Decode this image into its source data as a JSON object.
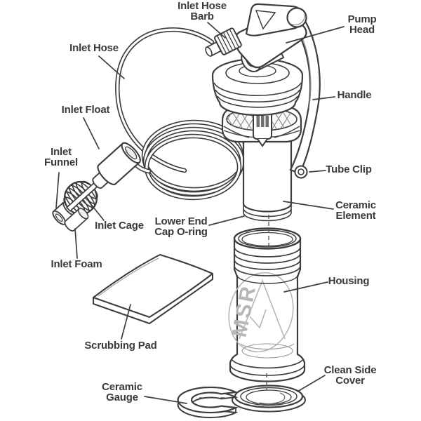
{
  "colors": {
    "line": "#3d3d3d",
    "text": "#3a3a3a",
    "background": "#ffffff",
    "emboss_gray": "#b6b6b6"
  },
  "logo_text": "MSR",
  "labels": {
    "inlet_hose_barb": {
      "line1": "Inlet Hose",
      "line2": "Barb"
    },
    "pump_head": {
      "line1": "Pump",
      "line2": "Head"
    },
    "inlet_hose": {
      "line1": "Inlet Hose"
    },
    "handle": {
      "line1": "Handle"
    },
    "inlet_float": {
      "line1": "Inlet Float"
    },
    "inlet_funnel": {
      "line1": "Inlet",
      "line2": "Funnel"
    },
    "tube_clip": {
      "line1": "Tube Clip"
    },
    "inlet_cage": {
      "line1": "Inlet Cage"
    },
    "ceramic_element": {
      "line1": "Ceramic",
      "line2": "Element"
    },
    "lower_end_cap_oring": {
      "line1": "Lower End",
      "line2": "Cap O-ring"
    },
    "inlet_foam": {
      "line1": "Inlet Foam"
    },
    "housing": {
      "line1": "Housing"
    },
    "scrubbing_pad": {
      "line1": "Scrubbing Pad"
    },
    "ceramic_gauge": {
      "line1": "Ceramic",
      "line2": "Gauge"
    },
    "clean_side_cover": {
      "line1": "Clean Side",
      "line2": "Cover"
    }
  }
}
